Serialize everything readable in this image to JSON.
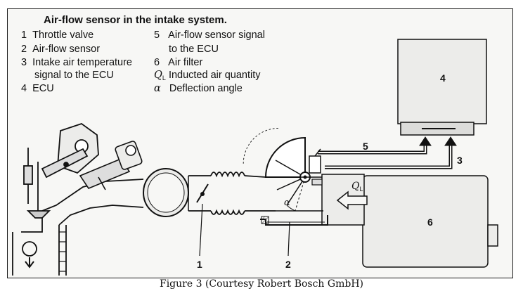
{
  "title": "Air-flow sensor in the intake system.",
  "legend": [
    {
      "num": "1",
      "text": "Throttle valve"
    },
    {
      "num": "2",
      "text": "Air-flow sensor"
    },
    {
      "num": "3",
      "text": "Intake air temperature",
      "text2": "signal to the ECU"
    },
    {
      "num": "4",
      "text": "ECU"
    },
    {
      "num": "5",
      "text": "Air-flow sensor signal",
      "text2": "to the ECU"
    },
    {
      "num": "6",
      "text": "Air filter"
    },
    {
      "symbol": "Q",
      "subscript": "L",
      "text": "Inducted air quantity"
    },
    {
      "symbol": "α",
      "text": "Deflection angle"
    }
  ],
  "labels": {
    "ecu": "4",
    "signal5": "5",
    "signal3": "3",
    "filter": "6",
    "throttle": "1",
    "sensor": "2",
    "flow_symbol": "Q",
    "flow_sub": "L",
    "angle": "α"
  },
  "caption": "Figure 3 (Courtesy Robert Bosch GmbH)"
}
